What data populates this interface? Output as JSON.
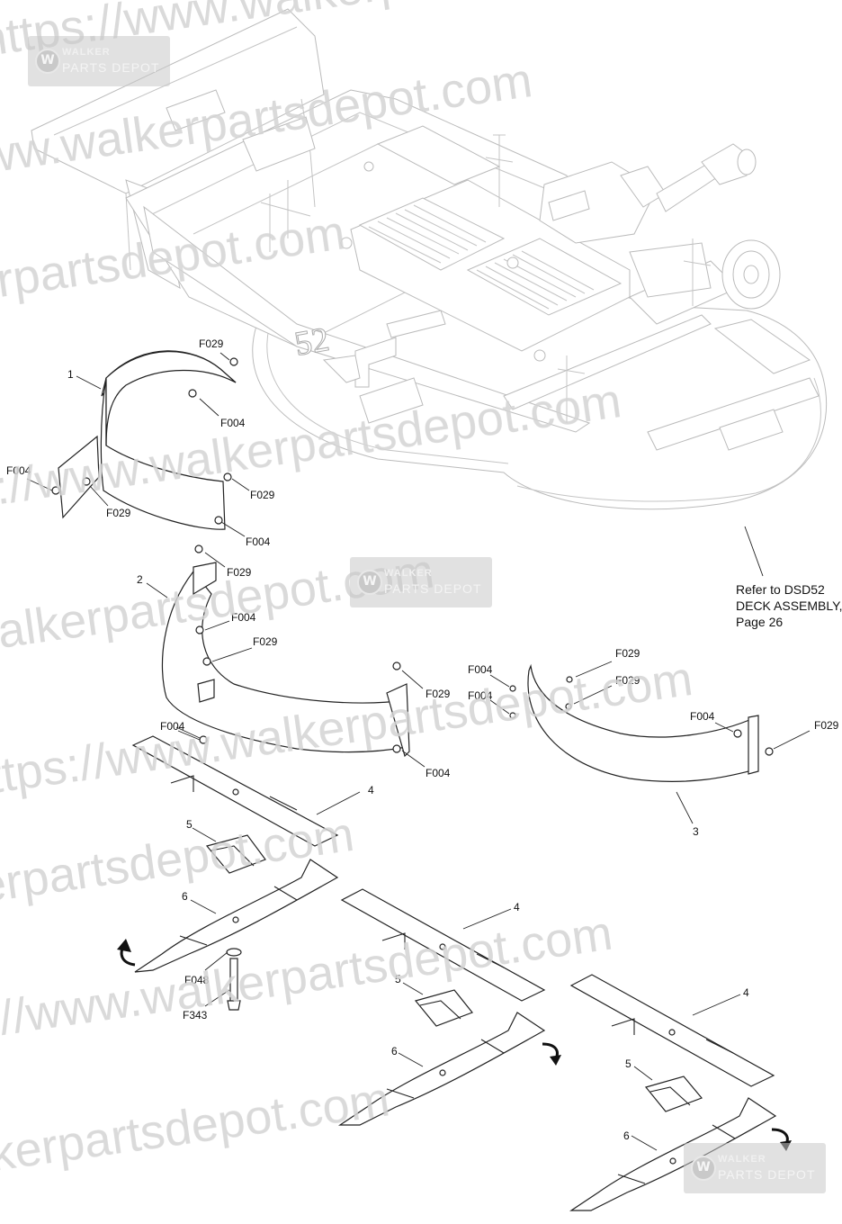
{
  "watermark": {
    "text_lines": [
      "https://www.walkerpartsdepot.com"
    ],
    "badge_line1": "WALKER",
    "badge_line2": "PARTS DEPOT",
    "badge_icon": "walker-w-logo-icon"
  },
  "reference_note": {
    "line1": "Refer to DSD52",
    "line2": "DECK ASSEMBLY,",
    "line3": "Page 26"
  },
  "deck_number": "52",
  "callouts": {
    "item_1": "1",
    "item_2": "2",
    "item_3": "3",
    "item_4a": "4",
    "item_4b": "4",
    "item_4c": "4",
    "item_5a": "5",
    "item_5b": "5",
    "item_5c": "5",
    "item_6a": "6",
    "item_6b": "6",
    "item_6c": "6",
    "f029_a": "F029",
    "f004_a": "F004",
    "f004_b": "F004",
    "f029_b": "F029",
    "f029_c": "F029",
    "f004_c": "F004",
    "f029_d": "F029",
    "f004_d": "F004",
    "f029_e": "F029",
    "f029_f": "F029",
    "f004_e": "F004",
    "f004_f": "F004",
    "f004_g": "F004",
    "f029_g": "F029",
    "f029_h": "F029",
    "f004_h": "F004",
    "f004_i": "F004",
    "f029_i": "F029",
    "f048": "F048",
    "f343": "F343"
  },
  "colors": {
    "line": "#222222",
    "ghost": "#bbbbbb",
    "watermark": "#d4d4d4"
  }
}
